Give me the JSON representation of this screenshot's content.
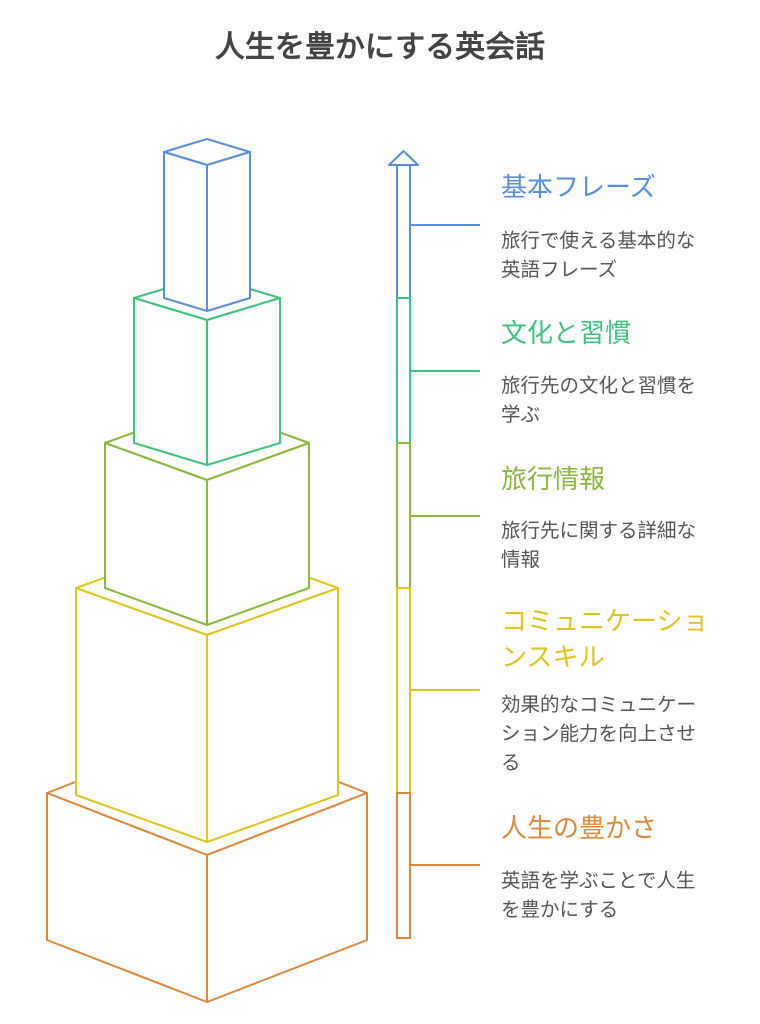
{
  "title": "人生を豊かにする英会話",
  "levels": [
    {
      "label": "基本フレーズ",
      "description": "旅行で使える基本的な英語フレーズ",
      "color": "#5a8fe0"
    },
    {
      "label": "文化と習慣",
      "description": "旅行先の文化と習慣を学ぶ",
      "color": "#3dc47e"
    },
    {
      "label": "旅行情報",
      "description": "旅行先に関する詳細な情報",
      "color": "#8cb83c"
    },
    {
      "label": "コミュニケーションスキル",
      "description": "効果的なコミュニケーション能力を向上させる",
      "color": "#e0c61e"
    },
    {
      "label": "人生の豊かさ",
      "description": "英語を学ぶことで人生を豊かにする",
      "color": "#e0883a"
    }
  ]
}
